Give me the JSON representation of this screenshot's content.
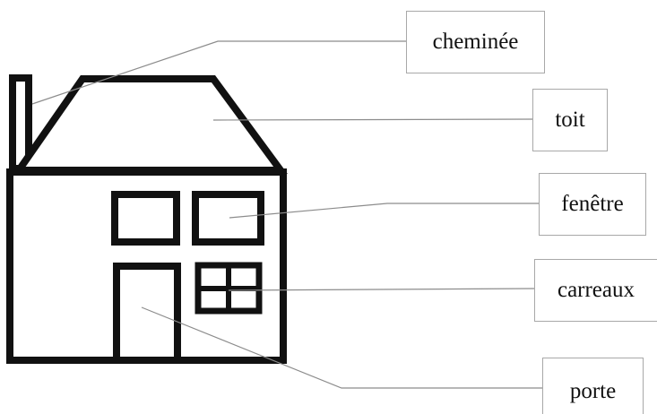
{
  "labels": {
    "chimney": "cheminée",
    "roof": "toit",
    "window": "fenêtre",
    "window_panes": "carreaux",
    "door": "porte"
  },
  "colors": {
    "outline": "#111111",
    "leader_line": "#8c8c8c",
    "label_border": "#a8a8a8",
    "background": "#ffffff"
  }
}
